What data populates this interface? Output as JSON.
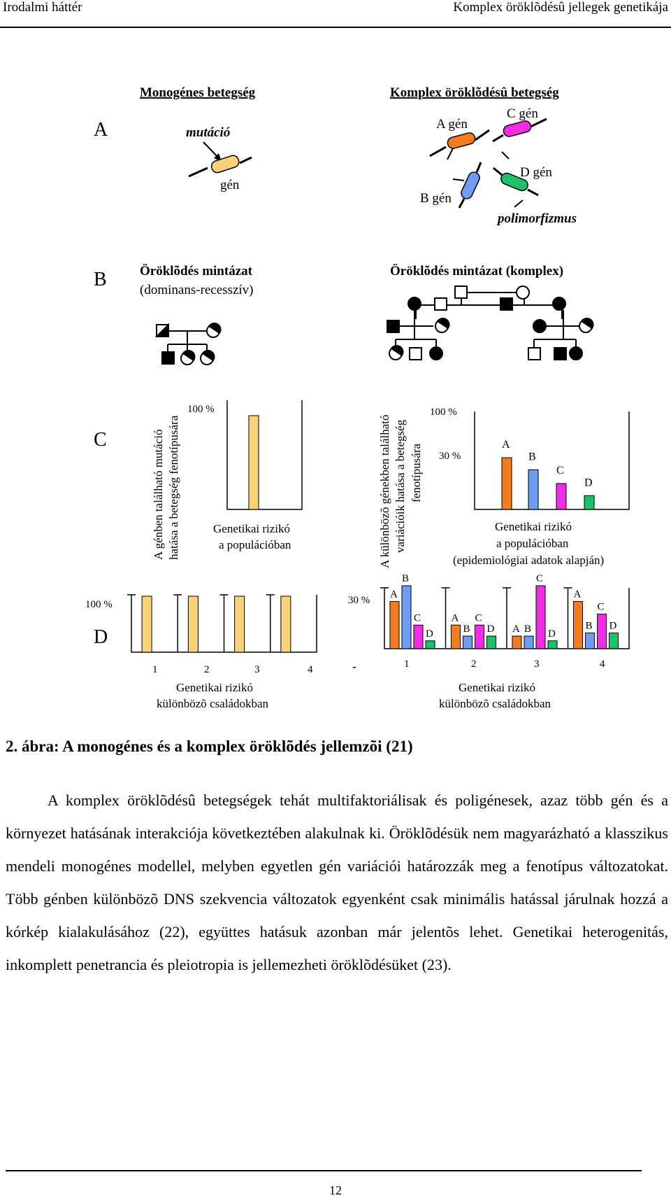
{
  "header": {
    "left": "Irodalmi háttér",
    "right": "Komplex öröklõdésû jellegek genetikája"
  },
  "figure": {
    "row_letters": [
      "A",
      "B",
      "C",
      "D"
    ],
    "A": {
      "mono_title": "Monogénes betegség",
      "mutacio": "mutáció",
      "gen": "gén",
      "komplex_title": "Komplex öröklõdésû betegség",
      "a_gen": "A gén",
      "b_gen": "B gén",
      "c_gen": "C gén",
      "d_gen": "D gén",
      "polimorfizmus": "polimorfizmus"
    },
    "B": {
      "mono_line1": "Öröklõdés mintázat",
      "mono_line2": "(dominans-recesszív)",
      "komplex": "Öröklõdés mintázat (komplex)"
    },
    "C": {
      "mono_vert1": "A génben található mutáció",
      "mono_vert2": "hatása a betegség fenotípusára",
      "mono_pct": "100 %",
      "mono_label1": "Genetikai rizikó",
      "mono_label2": "a populációban",
      "komp_vert1": "A különbözõ génekben található",
      "komp_vert2": "variációik hatása a betegség",
      "komp_vert3": "fenotípusára",
      "komp_pct100": "100 %",
      "komp_pct30": "30 %",
      "komp_label1": "Genetikai rizikó",
      "komp_label2": "a populációban",
      "komp_label3": "(epidemiológiai adatok alapján)"
    },
    "D": {
      "mono_pct": "100 %",
      "komp_pct": "30 %",
      "mono_label1": "Genetikai rizikó",
      "mono_label2": "különbözõ családokban",
      "komp_label1": "Genetikai rizikó",
      "komp_label2": "különbözõ családokban",
      "family_numbers": [
        "1",
        "2",
        "3",
        "4"
      ],
      "dash": "-"
    }
  },
  "chart_data": [
    {
      "type": "bar",
      "title": "Genetikai rizikó a populációban",
      "categories": [
        ""
      ],
      "values": [
        100
      ],
      "ylabel": "A génben található mutáció hatása a betegség fenotípusára",
      "colors": [
        "#f9d27a"
      ]
    },
    {
      "type": "bar",
      "title": "Genetikai rizikó a populációban (epidemiológiai adatok alapján)",
      "categories": [
        "A",
        "B",
        "C",
        "D"
      ],
      "values": [
        30,
        23,
        15,
        8
      ],
      "colors": [
        "#f47c20",
        "#6d9cf0",
        "#f02ce4",
        "#1ec06a"
      ]
    },
    {
      "type": "bar",
      "title": "Genetikai rizikó különbözõ családokban",
      "categories": [
        "1",
        "2",
        "3",
        "4"
      ],
      "values": [
        100,
        100,
        100,
        100
      ],
      "colors": [
        "#f9d27a"
      ]
    },
    {
      "type": "bar",
      "title": "Genetikai rizikó különbözõ családokban",
      "categories": [
        "1",
        "2",
        "3",
        "4"
      ],
      "series": [
        {
          "name": "A",
          "values": [
            30,
            15,
            8,
            30
          ]
        },
        {
          "name": "B",
          "values": [
            40,
            8,
            8,
            10
          ]
        },
        {
          "name": "C",
          "values": [
            15,
            15,
            40,
            22
          ]
        },
        {
          "name": "D",
          "values": [
            5,
            8,
            5,
            10
          ]
        }
      ],
      "colors": [
        "#f47c20",
        "#6d9cf0",
        "#f02ce4",
        "#1ec06a"
      ]
    }
  ],
  "caption": "2. ábra: A monogénes és a komplex öröklõdés jellemzõi (21)",
  "paragraph": "A komplex öröklõdésû betegségek tehát multifaktoriálisak és poligénesek, azaz több gén és a környezet hatásának interakciója következtében alakulnak ki. Öröklõdésük nem magyarázható a klasszikus mendeli monogénes modellel, melyben egyetlen gén variációi határozzák meg a fenotípus változatokat. Több génben különbözõ DNS szekvencia változatok egyenként csak minimális hatással járulnak hozzá a kórkép kialakulásához (22), együttes hatásuk azonban már jelentõs lehet. Genetikai heterogenitás, inkomplett penetrancia és pleiotropia is jellemezheti öröklõdésüket (23).",
  "page_number": "12"
}
